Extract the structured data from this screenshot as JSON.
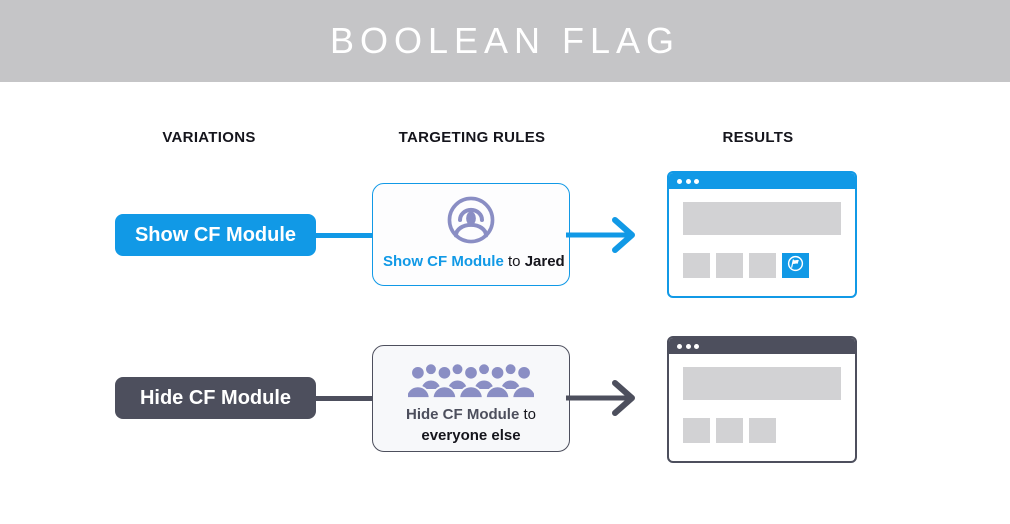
{
  "banner": {
    "title": "BOOLEAN FLAG"
  },
  "columns": [
    {
      "label": "VARIATIONS"
    },
    {
      "label": "TARGETING RULES"
    },
    {
      "label": "RESULTS"
    }
  ],
  "rows": [
    {
      "id": "show",
      "variation_label": "Show CF Module",
      "rule_icon": "user-circle-icon",
      "rule_text": {
        "highlight": "Show CF Module",
        "connector": "to",
        "target": "Jared"
      },
      "result": {
        "placeholder_tiles": 3,
        "cf_module_tile": true
      }
    },
    {
      "id": "hide",
      "variation_label": "Hide CF Module",
      "rule_icon": "crowd-icon",
      "rule_text": {
        "highlight": "Hide CF Module",
        "connector": "to",
        "target": "everyone else"
      },
      "result": {
        "placeholder_tiles": 3,
        "cf_module_tile": false
      }
    }
  ],
  "colors": {
    "accent_blue": "#1199e6",
    "accent_dark": "#4d4f5d",
    "banner_gray": "#c5c5c7",
    "placeholder_gray": "#d2d2d4",
    "icon_periwinkle": "#8a8ec4"
  }
}
